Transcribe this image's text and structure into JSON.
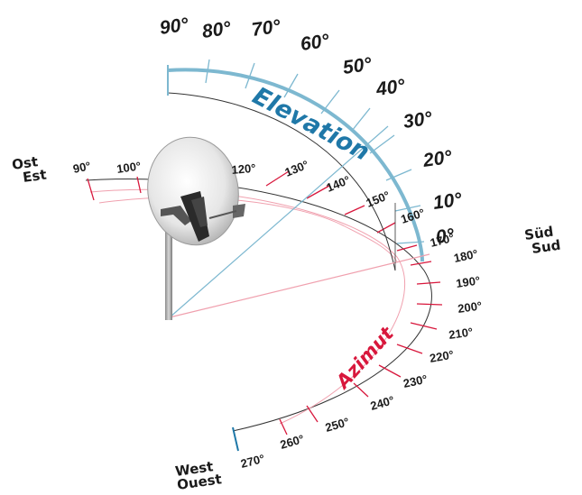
{
  "titles": {
    "elevation": "Elevation",
    "azimuth": "Azimut"
  },
  "directions": {
    "east_de": "Ost",
    "east_it": "Est",
    "south_de": "Süd",
    "south_it": "Sud",
    "west_de": "West",
    "west_it": "Ouest"
  },
  "elevation_ticks": [
    "90°",
    "80°",
    "70°",
    "60°",
    "50°",
    "40°",
    "30°",
    "20°",
    "10°",
    "0°"
  ],
  "azimuth_ticks": [
    "90°",
    "100°",
    "120°",
    "130°",
    "140°",
    "150°",
    "160°",
    "170°",
    "180°",
    "190°",
    "200°",
    "210°",
    "220°",
    "230°",
    "240°",
    "250°",
    "260°",
    "270°"
  ],
  "colors": {
    "elevation_accent": "#1f78a8",
    "elevation_arc": "#7db8d0",
    "azimuth_accent": "#d8173c",
    "azimuth_line": "#f0a0ae",
    "ink": "#1a1a1a"
  },
  "icons": {
    "dish": "satellite-dish-icon"
  }
}
